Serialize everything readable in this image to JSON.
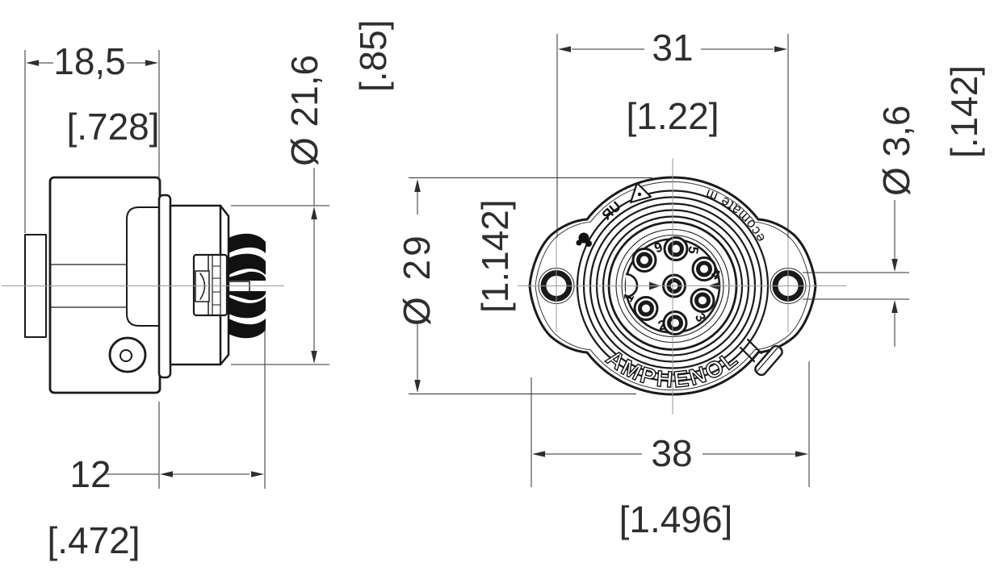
{
  "drawing": {
    "side_view": {
      "width_mm": "18,5",
      "width_in": "[.728]",
      "coupling_dia_mm": "Ø 21,6",
      "coupling_dia_in": "[.85]",
      "front_len_mm": "12",
      "front_len_in": "[.472]"
    },
    "front_view": {
      "hole_spacing_mm": "31",
      "hole_spacing_in": "[1.22]",
      "body_dia_mm": "Ø 29",
      "body_dia_in": "[1.142]",
      "flange_width_mm": "38",
      "flange_width_in": "[1.496]",
      "hole_dia_mm": "Ø 3,6",
      "hole_dia_in": "[.142]",
      "brand": "AMPHENOL",
      "series": "ecomate m",
      "ur_mark": "ЯU",
      "pins": [
        "1",
        "2",
        "3",
        "4",
        "5",
        "6"
      ]
    }
  }
}
